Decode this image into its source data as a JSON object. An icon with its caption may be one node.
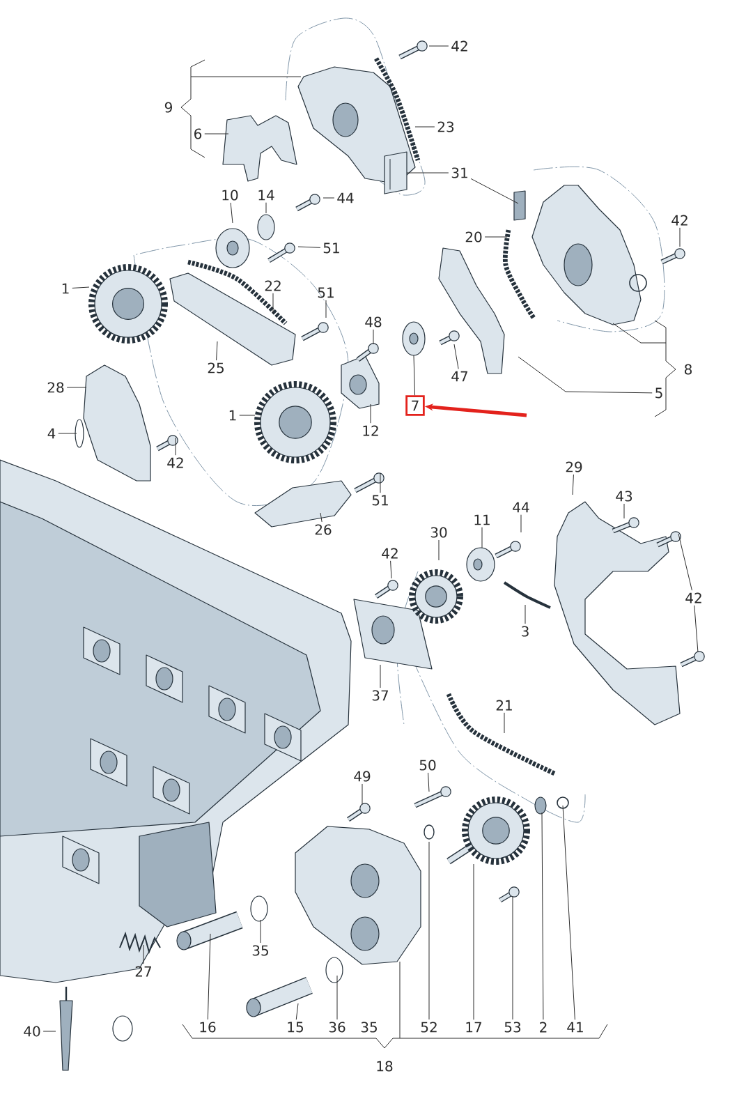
{
  "diagram": {
    "nodes": [
      {
        "text": [
          "42"
        ]
      },
      {
        "text": [
          "9"
        ]
      },
      {
        "text": [
          "23"
        ]
      },
      {
        "text": [
          "6"
        ]
      },
      {
        "text": [
          "31"
        ]
      },
      {
        "text": [
          "10"
        ]
      },
      {
        "text": [
          "14"
        ]
      },
      {
        "text": [
          "44"
        ]
      },
      {
        "text": [
          "42"
        ]
      },
      {
        "text": [
          "20"
        ]
      },
      {
        "text": [
          "51"
        ]
      },
      {
        "text": [
          "1"
        ]
      },
      {
        "text": [
          "22"
        ]
      },
      {
        "text": [
          "51"
        ]
      },
      {
        "text": [
          "48"
        ]
      },
      {
        "text": [
          "25"
        ]
      },
      {
        "text": [
          "8"
        ]
      },
      {
        "text": [
          "47"
        ]
      },
      {
        "text": [
          "28"
        ]
      },
      {
        "text": [
          "5"
        ]
      },
      {
        "text": [
          "7"
        ]
      },
      {
        "text": [
          "1"
        ]
      },
      {
        "text": [
          "4"
        ]
      },
      {
        "text": [
          "12"
        ]
      },
      {
        "text": [
          "42"
        ]
      },
      {
        "text": [
          "51"
        ]
      },
      {
        "text": [
          "26"
        ]
      },
      {
        "text": [
          "29"
        ]
      },
      {
        "text": [
          "43"
        ]
      },
      {
        "text": [
          "44"
        ]
      },
      {
        "text": [
          "11"
        ]
      },
      {
        "text": [
          "30"
        ]
      },
      {
        "text": [
          "42"
        ]
      },
      {
        "text": [
          "42"
        ]
      },
      {
        "text": [
          "3"
        ]
      },
      {
        "text": [
          "37"
        ]
      },
      {
        "text": [
          "21"
        ]
      },
      {
        "text": [
          "49"
        ]
      },
      {
        "text": [
          "50"
        ]
      },
      {
        "text": [
          "35"
        ]
      },
      {
        "text": [
          "27"
        ]
      },
      {
        "text": [
          "40"
        ]
      },
      {
        "text": [
          "16"
        ]
      },
      {
        "text": [
          "15"
        ]
      },
      {
        "text": [
          "36"
        ]
      },
      {
        "text": [
          "35"
        ]
      },
      {
        "text": [
          "52"
        ]
      },
      {
        "text": [
          "17"
        ]
      },
      {
        "text": [
          "53"
        ]
      },
      {
        "text": [
          "2"
        ]
      },
      {
        "text": [
          "41"
        ]
      },
      {
        "text": [
          "18"
        ]
      }
    ],
    "edges": [
      {
        "from": 0,
        "to": null,
        "arrow": "none"
      },
      {
        "from": 2,
        "to": null,
        "arrow": "none"
      },
      {
        "from": 3,
        "to": null,
        "arrow": "none"
      },
      {
        "from": 4,
        "to": null,
        "arrow": "none"
      },
      {
        "from": 4,
        "to": null,
        "arrow": "none"
      },
      {
        "from": 5,
        "to": null,
        "arrow": "none"
      },
      {
        "from": 6,
        "to": null,
        "arrow": "none"
      },
      {
        "from": 7,
        "to": null,
        "arrow": "none"
      },
      {
        "from": 8,
        "to": null,
        "arrow": "none"
      },
      {
        "from": 9,
        "to": null,
        "arrow": "none"
      },
      {
        "from": 10,
        "to": null,
        "arrow": "none"
      },
      {
        "from": 11,
        "to": null,
        "arrow": "none"
      },
      {
        "from": 12,
        "to": null,
        "arrow": "none"
      },
      {
        "from": 13,
        "to": null,
        "arrow": "none"
      },
      {
        "from": 14,
        "to": null,
        "arrow": "none"
      },
      {
        "from": 15,
        "to": null,
        "arrow": "none"
      },
      {
        "from": 17,
        "to": null,
        "arrow": "none"
      },
      {
        "from": 18,
        "to": null,
        "arrow": "none"
      },
      {
        "from": 19,
        "to": null,
        "arrow": "none"
      },
      {
        "from": 20,
        "to": null,
        "arrow": "none"
      },
      {
        "from": null,
        "to": 20,
        "arrow": "to",
        "style": "thick",
        "color": "#e3221c"
      },
      {
        "from": 21,
        "to": null,
        "arrow": "none"
      },
      {
        "from": 22,
        "to": null,
        "arrow": "none"
      },
      {
        "from": 23,
        "to": null,
        "arrow": "none"
      },
      {
        "from": 24,
        "to": null,
        "arrow": "none"
      },
      {
        "from": 25,
        "to": null,
        "arrow": "none"
      },
      {
        "from": 26,
        "to": null,
        "arrow": "none"
      },
      {
        "from": 27,
        "to": null,
        "arrow": "none"
      },
      {
        "from": 28,
        "to": null,
        "arrow": "none"
      },
      {
        "from": 29,
        "to": null,
        "arrow": "none"
      },
      {
        "from": 30,
        "to": null,
        "arrow": "none"
      },
      {
        "from": 31,
        "to": null,
        "arrow": "none"
      },
      {
        "from": 32,
        "to": null,
        "arrow": "none"
      },
      {
        "from": 33,
        "to": null,
        "arrow": "none"
      },
      {
        "from": 33,
        "to": null,
        "arrow": "none"
      },
      {
        "from": 34,
        "to": null,
        "arrow": "none"
      },
      {
        "from": 35,
        "to": null,
        "arrow": "none"
      },
      {
        "from": 36,
        "to": null,
        "arrow": "none"
      },
      {
        "from": 37,
        "to": null,
        "arrow": "none"
      },
      {
        "from": 38,
        "to": null,
        "arrow": "none"
      },
      {
        "from": 39,
        "to": null,
        "arrow": "none"
      },
      {
        "from": 40,
        "to": null,
        "arrow": "none"
      },
      {
        "from": 41,
        "to": null,
        "arrow": "none"
      },
      {
        "from": 42,
        "to": null,
        "arrow": "none"
      },
      {
        "from": 43,
        "to": null,
        "arrow": "none"
      },
      {
        "from": 44,
        "to": null,
        "arrow": "none"
      },
      {
        "from": 46,
        "to": null,
        "arrow": "none"
      },
      {
        "from": 47,
        "to": null,
        "arrow": "none"
      },
      {
        "from": 48,
        "to": null,
        "arrow": "none"
      },
      {
        "from": 49,
        "to": null,
        "arrow": "none"
      },
      {
        "from": 50,
        "to": null,
        "arrow": "none"
      }
    ]
  }
}
